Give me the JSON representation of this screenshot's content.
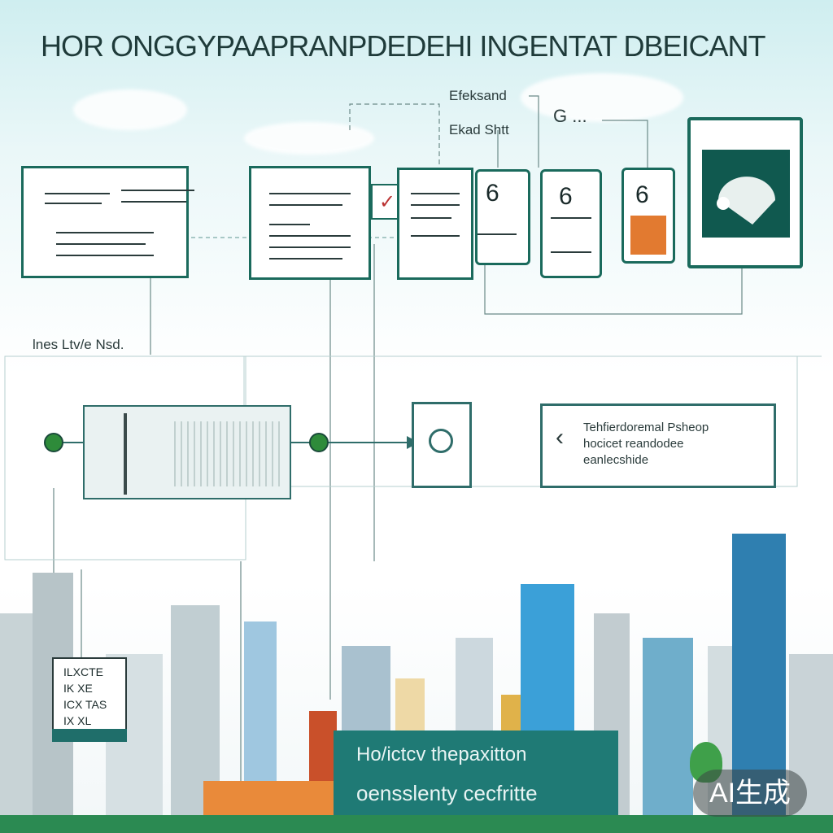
{
  "title": "HOR ONGGYPAAPRANPDEDEHI INGENTAT DBEICANT",
  "labels": {
    "top_label_1": "Efeksand",
    "top_label_2": "Ekad Shtt",
    "mid_label": "lnes Ltv/e Nsd.",
    "side_icon": "G ..."
  },
  "digit_cards": [
    "6",
    "6",
    "6"
  ],
  "info_text": {
    "line1": "Tehfierdoremal Psheop",
    "line2": "hocicet reandodee",
    "line3": "eanlecshide"
  },
  "billboard_text": [
    "ILXCTE",
    "IK XE",
    "ICX TAS",
    "IX XL"
  ],
  "cta": {
    "line1": "Ho/ictcv thepaxitton",
    "line2": "oensslenty cecfritte"
  },
  "badge": "AI生成",
  "colors": {
    "accent": "#1a6a5c",
    "dark_teal": "#10594f",
    "cta_bg": "#1f7a75",
    "node_green": "#2e8b3a",
    "orange": "#e07030"
  }
}
